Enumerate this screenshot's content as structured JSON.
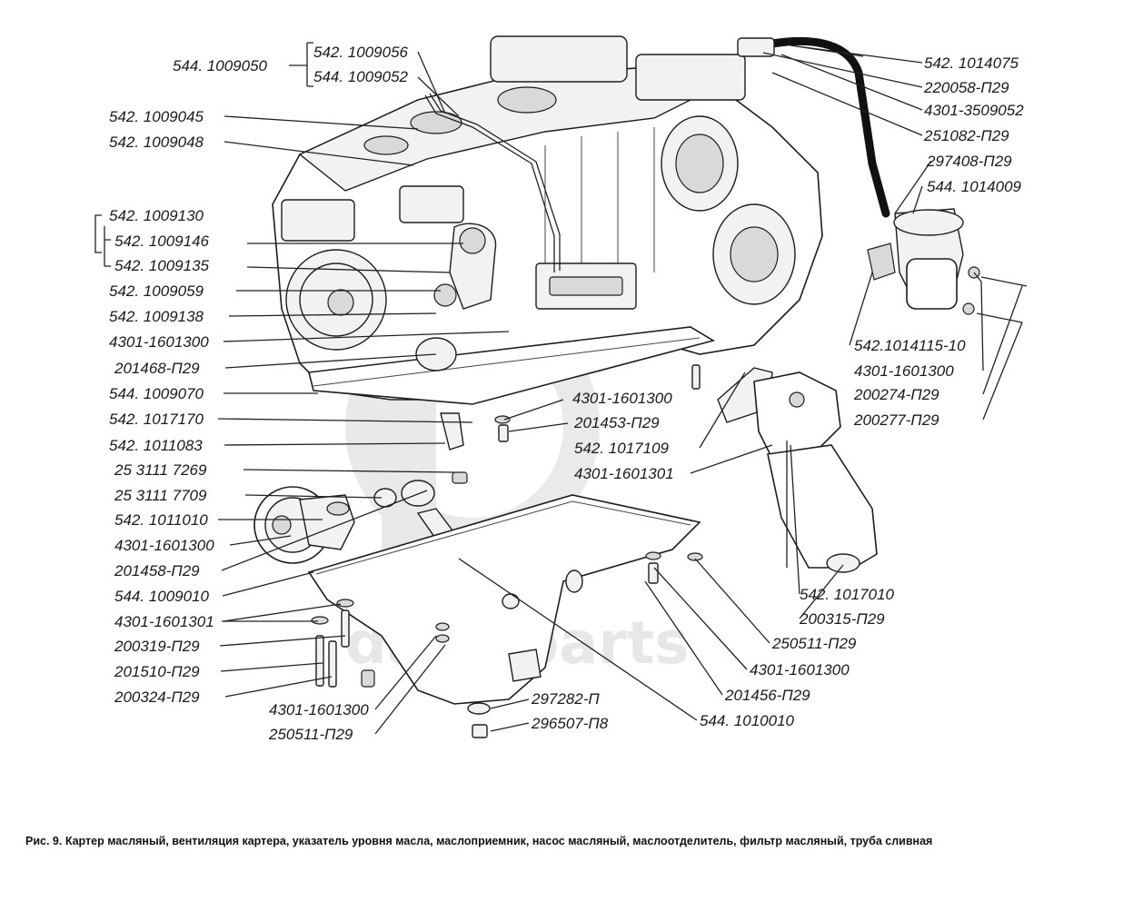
{
  "watermark": "data-parts",
  "caption": "Рис. 9. Картер масляный, вентиляция картера, указатель уровня масла, маслоприемник, насос масляный, маслоотделитель, фильтр масляный, труба сливная",
  "labels_left": [
    "544. 1009050",
    "542. 1009056",
    "544. 1009052",
    "542. 1009045",
    "542. 1009048",
    "542. 1009130",
    "542. 1009146",
    "542. 1009135",
    "542. 1009059",
    "542. 1009138",
    "4301-1601300",
    "201468-П29",
    "544. 1009070",
    "542. 1017170",
    "542. 1011083",
    "25 3111 7269",
    "25 3111 7709",
    "542. 1011010",
    "4301-1601300",
    "201458-П29",
    "544. 1009010",
    "4301-1601301",
    "200319-П29",
    "201510-П29",
    "200324-П29"
  ],
  "labels_right": [
    "542. 1014075",
    "220058-П29",
    "4301-3509052",
    "251082-П29",
    "297408-П29",
    "544. 1014009",
    "542.1014115-10",
    "4301-1601300",
    "200274-П29",
    "200277-П29",
    "542. 1017010",
    "200315-П29",
    "250511-П29",
    "4301-1601300",
    "201456-П29",
    "544. 1010010"
  ],
  "labels_center": [
    "4301-1601300",
    "201453-П29",
    "542. 1017109",
    "4301-1601301",
    "297282-П",
    "296507-П8",
    "4301-1601300",
    "250511-П29"
  ]
}
